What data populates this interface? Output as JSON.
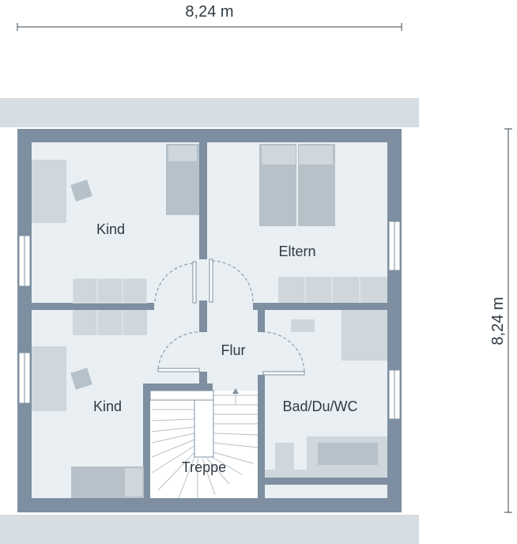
{
  "dimensions": {
    "width_label": "8,24 m",
    "height_label": "8,24 m"
  },
  "rooms": {
    "kind_top": "Kind",
    "eltern": "Eltern",
    "flur": "Flur",
    "kind_bottom": "Kind",
    "bad": "Bad/Du/WC",
    "treppe": "Treppe"
  },
  "colors": {
    "wall": "#7d8fa0",
    "floor": "#e9eff2",
    "roof_band": "#d6dde3",
    "furniture": "#b6c1ca",
    "furniture_light": "#cfd7dd",
    "text": "#2f3a44"
  }
}
